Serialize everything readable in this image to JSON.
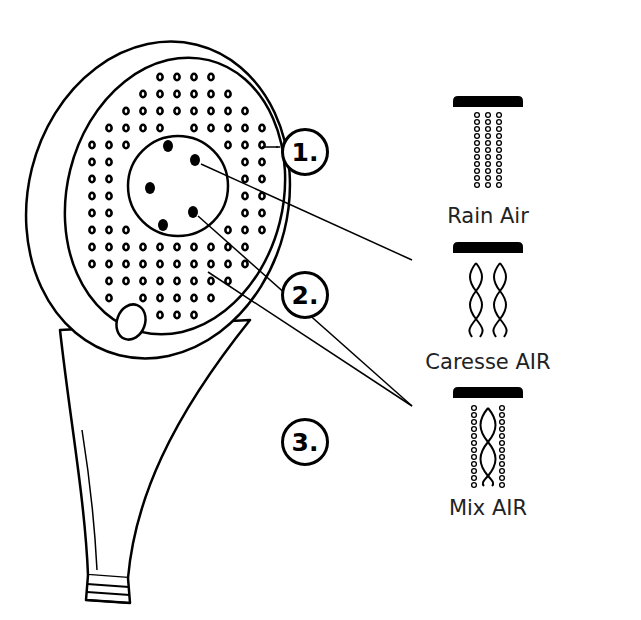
{
  "diagram": {
    "nodes": [
      {
        "text": [
          "1."
        ]
      },
      {
        "text": [
          "2."
        ]
      },
      {
        "text": [
          "3."
        ]
      }
    ],
    "labels": [
      "Rain Air",
      "Caresse AIR",
      "Mix AIR"
    ]
  }
}
